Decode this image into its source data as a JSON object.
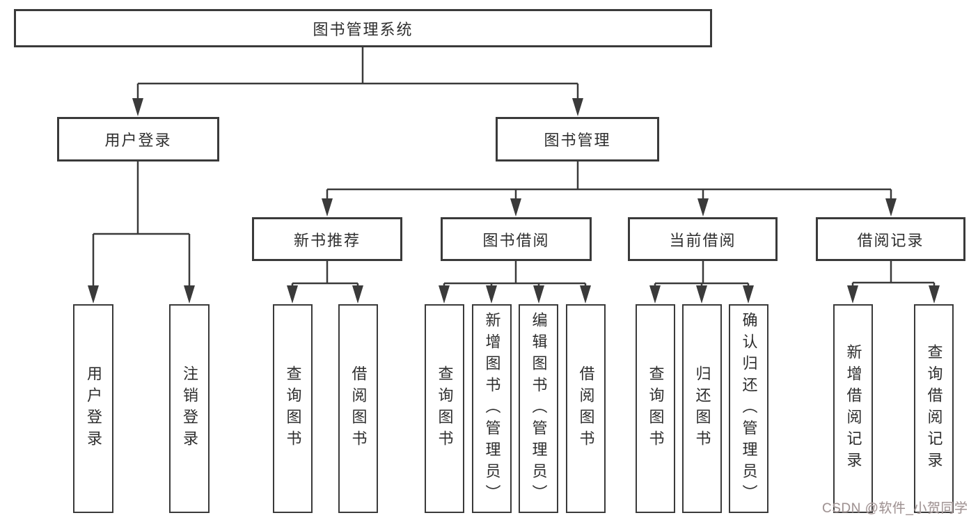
{
  "diagram": {
    "root": "图书管理系统",
    "level2": {
      "user_login": "用户登录",
      "book_mgmt": "图书管理"
    },
    "level3": {
      "new_book_rec": "新书推荐",
      "book_borrow": "图书借阅",
      "current_borrow": "当前借阅",
      "borrow_record": "借阅记录"
    },
    "leaves": {
      "user_login": "用户登录",
      "logout_login": "注销登录",
      "nb_query_book": "查询图书",
      "nb_borrow_book": "借阅图书",
      "bb_query_book": "查询图书",
      "bb_add_book_admin": "新增图书（管理员）",
      "bb_edit_book_admin": "编辑图书（管理员）",
      "bb_borrow_book": "借阅图书",
      "cb_query_book": "查询图书",
      "cb_return_book": "归还图书",
      "cb_confirm_return_admin": "确认归还（管理员）",
      "br_add_record": "新增借阅记录",
      "br_query_record": "查询借阅记录"
    },
    "watermark": "CSDN @软件_小贺同学",
    "colors": {
      "line": "#3a3a3a",
      "box_border": "#3a3a3a",
      "text": "#2e2e2e",
      "watermark": "#9d9494",
      "background": "#ffffff"
    }
  }
}
